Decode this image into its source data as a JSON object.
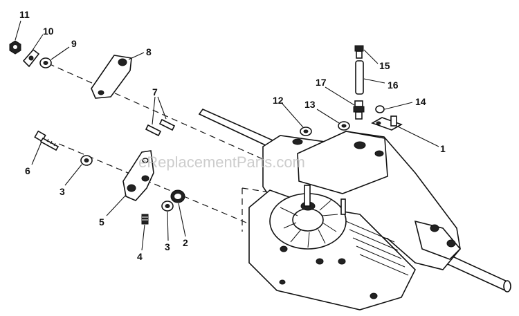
{
  "watermark": "eReplacementParts.com",
  "callouts": [
    {
      "id": "c11",
      "label": "11"
    },
    {
      "id": "c10",
      "label": "10"
    },
    {
      "id": "c9",
      "label": "9"
    },
    {
      "id": "c8",
      "label": "8"
    },
    {
      "id": "c7",
      "label": "7"
    },
    {
      "id": "c6",
      "label": "6"
    },
    {
      "id": "c3a",
      "label": "3"
    },
    {
      "id": "c5",
      "label": "5"
    },
    {
      "id": "c4",
      "label": "4"
    },
    {
      "id": "c3b",
      "label": "3"
    },
    {
      "id": "c2",
      "label": "2"
    },
    {
      "id": "c12",
      "label": "12"
    },
    {
      "id": "c13",
      "label": "13"
    },
    {
      "id": "c17",
      "label": "17"
    },
    {
      "id": "c15",
      "label": "15"
    },
    {
      "id": "c16",
      "label": "16"
    },
    {
      "id": "c14",
      "label": "14"
    },
    {
      "id": "c1",
      "label": "1"
    }
  ]
}
